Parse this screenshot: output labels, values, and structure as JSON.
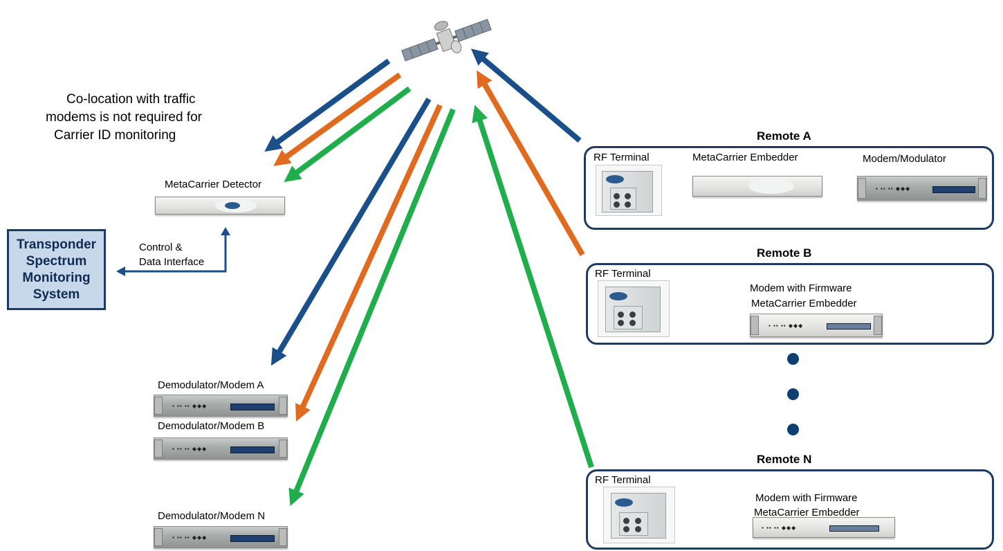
{
  "note": {
    "line1": "Co-location with traffic",
    "line2": "modems is not required for",
    "line3": "Carrier ID monitoring"
  },
  "detector": {
    "label": "MetaCarrier Detector"
  },
  "control": {
    "line1": "Control &",
    "line2": "Data Interface"
  },
  "tsm": {
    "line1": "Transponder",
    "line2": "Spectrum",
    "line3": "Monitoring",
    "line4": "System"
  },
  "demods": {
    "a": "Demodulator/Modem A",
    "b": "Demodulator/Modem B",
    "n": "Demodulator/Modem N"
  },
  "remote_a": {
    "title": "Remote A",
    "rf": "RF Terminal",
    "embedder": "MetaCarrier Embedder",
    "modem": "Modem/Modulator"
  },
  "remote_b": {
    "title": "Remote B",
    "rf": "RF Terminal",
    "modem_line1": "Modem with Firmware",
    "modem_line2": "MetaCarrier Embedder"
  },
  "remote_n": {
    "title": "Remote N",
    "rf": "RF Terminal",
    "modem_line1": "Modem  with Firmware",
    "modem_line2": "MetaCarrier Embedder"
  },
  "colors": {
    "blue": "#1a4f8a",
    "orange": "#e06a1e",
    "green": "#1fae4b",
    "box_border": "#1c3a63",
    "tsm_fill": "#c7d8ea"
  },
  "icons": [
    "satellite-icon",
    "rack-modem-icon",
    "rf-terminal-icon",
    "ellipsis-dot"
  ]
}
